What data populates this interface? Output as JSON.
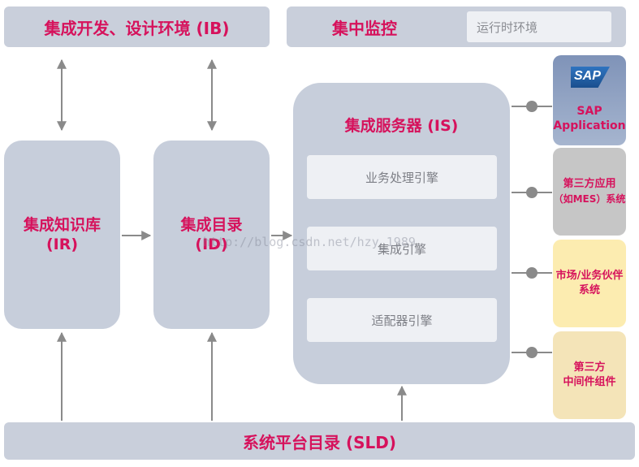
{
  "top": {
    "ib_label": "集成开发、设计环境 (IB)",
    "monitor_label": "集中监控",
    "runtime_label": "运行时环境"
  },
  "columns": {
    "ir_line1": "集成知识库",
    "ir_line2": "(IR)",
    "id_line1": "集成目录",
    "id_line2": "(ID)"
  },
  "server": {
    "title": "集成服务器 (IS)",
    "engines": [
      "业务处理引擎",
      "集成引擎",
      "适配器引擎"
    ]
  },
  "side": {
    "sap_logo": "SAP",
    "sap_line1": "SAP",
    "sap_line2": "Application",
    "third_party_line1": "第三方应用",
    "third_party_line2": "（如MES）系统",
    "partner_line1": "市场/业务伙伴",
    "partner_line2": "系统",
    "middleware_line1": "第三方",
    "middleware_line2": "中间件组件"
  },
  "bottom": {
    "sld_label": "系统平台目录 (SLD)"
  },
  "watermark": "http://blog.csdn.net/hzy_1989",
  "colors": {
    "accent": "#d6125c",
    "panel": "#c7cedb",
    "arrow": "#8a8a8a",
    "sap_blue": "#8fa3c4",
    "third_party_gray": "#c6c6c6",
    "partner_yellow": "#fcecb0",
    "middleware_yellow": "#f4e4b8"
  }
}
